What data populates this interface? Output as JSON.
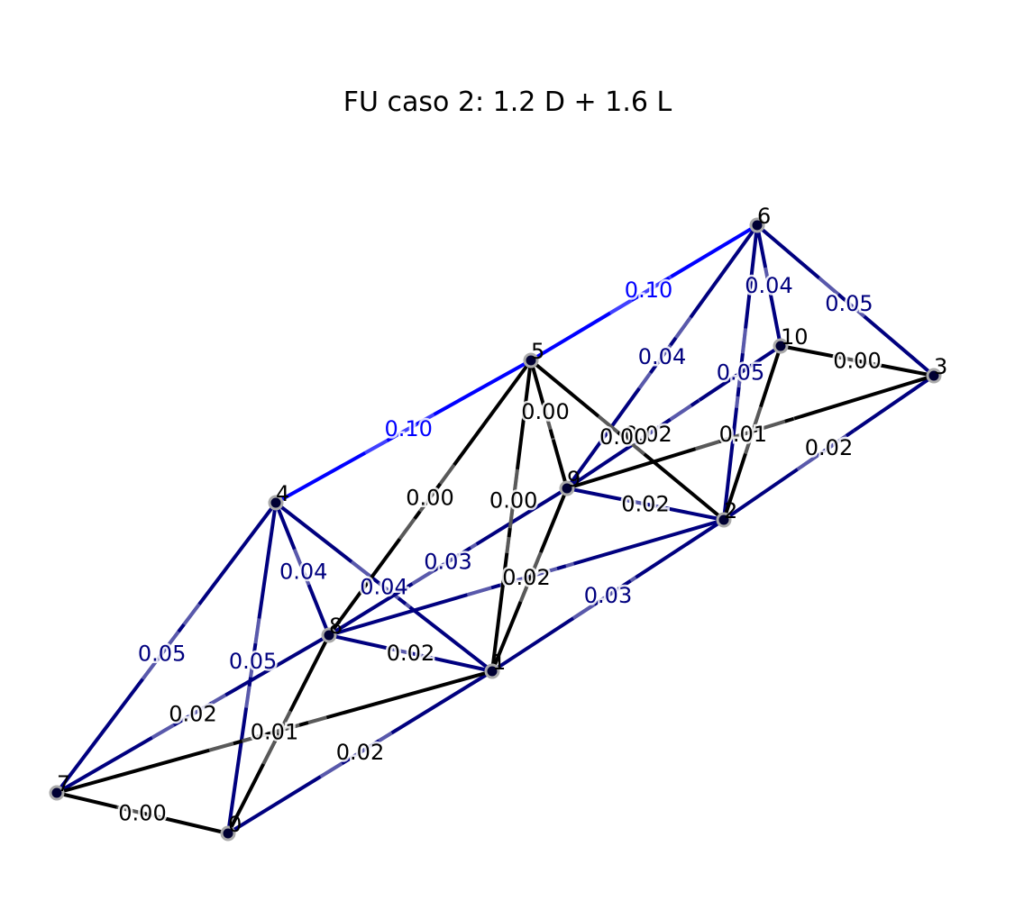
{
  "title": "FU caso 2: 1.2 D + 1.6 L",
  "colors": {
    "max_member": "#0000ff",
    "high_member": "#00007f",
    "low_member": "#000000",
    "node_fill": "#000033",
    "node_stroke": "#aaaaaa"
  },
  "nodes": [
    {
      "id": "0",
      "label": "0"
    },
    {
      "id": "1",
      "label": "1"
    },
    {
      "id": "2",
      "label": "2"
    },
    {
      "id": "3",
      "label": "3"
    },
    {
      "id": "4",
      "label": "4"
    },
    {
      "id": "5",
      "label": "5"
    },
    {
      "id": "6",
      "label": "6"
    },
    {
      "id": "7",
      "label": "7"
    },
    {
      "id": "8",
      "label": "8"
    },
    {
      "id": "9",
      "label": "9"
    },
    {
      "id": "10",
      "label": "10"
    }
  ],
  "members": [
    {
      "from": "4",
      "to": "5",
      "label": "0.10",
      "value": 0.1
    },
    {
      "from": "5",
      "to": "6",
      "label": "0.10",
      "value": 0.1
    },
    {
      "from": "4",
      "to": "7",
      "label": "0.05",
      "value": 0.05
    },
    {
      "from": "4",
      "to": "0",
      "label": "0.05",
      "value": 0.05
    },
    {
      "from": "6",
      "to": "2",
      "label": "0.05",
      "value": 0.05
    },
    {
      "from": "6",
      "to": "3",
      "label": "0.05",
      "value": 0.05
    },
    {
      "from": "4",
      "to": "8",
      "label": "0.04",
      "value": 0.04
    },
    {
      "from": "4",
      "to": "1",
      "label": "0.04",
      "value": 0.04
    },
    {
      "from": "6",
      "to": "9",
      "label": "0.04",
      "value": 0.04
    },
    {
      "from": "6",
      "to": "10",
      "label": "0.04",
      "value": 0.04
    },
    {
      "from": "8",
      "to": "9",
      "label": "0.03",
      "value": 0.03
    },
    {
      "from": "1",
      "to": "2",
      "label": "0.03",
      "value": 0.03
    },
    {
      "from": "8",
      "to": "1",
      "label": "0.02",
      "value": 0.02
    },
    {
      "from": "8",
      "to": "2",
      "label": "0.02",
      "value": 0.02
    },
    {
      "from": "9",
      "to": "2",
      "label": "0.02",
      "value": 0.02
    },
    {
      "from": "9",
      "to": "10",
      "label": "0.02",
      "value": 0.02
    },
    {
      "from": "2",
      "to": "3",
      "label": "0.02",
      "value": 0.02
    },
    {
      "from": "7",
      "to": "8",
      "label": "0.02",
      "value": 0.02
    },
    {
      "from": "0",
      "to": "1",
      "label": "0.02",
      "value": 0.02
    },
    {
      "from": "7",
      "to": "1",
      "label": "0.01",
      "value": 0.01
    },
    {
      "from": "9",
      "to": "3",
      "label": "0.01",
      "value": 0.01
    },
    {
      "from": "7",
      "to": "0",
      "label": "0.00",
      "value": 0.0
    },
    {
      "from": "10",
      "to": "3",
      "label": "0.00",
      "value": 0.0
    },
    {
      "from": "8",
      "to": "5",
      "label": "0.00",
      "value": 0.0
    },
    {
      "from": "5",
      "to": "1",
      "label": "0.00",
      "value": 0.0
    },
    {
      "from": "5",
      "to": "9",
      "label": "0.00",
      "value": 0.0
    },
    {
      "from": "5",
      "to": "2",
      "label": "0.00",
      "value": 0.0
    },
    {
      "from": "0",
      "to": "8",
      "label": "",
      "value": 0.0
    },
    {
      "from": "9",
      "to": "1",
      "label": "",
      "value": 0.0
    },
    {
      "from": "10",
      "to": "2",
      "label": "",
      "value": 0.0
    }
  ]
}
